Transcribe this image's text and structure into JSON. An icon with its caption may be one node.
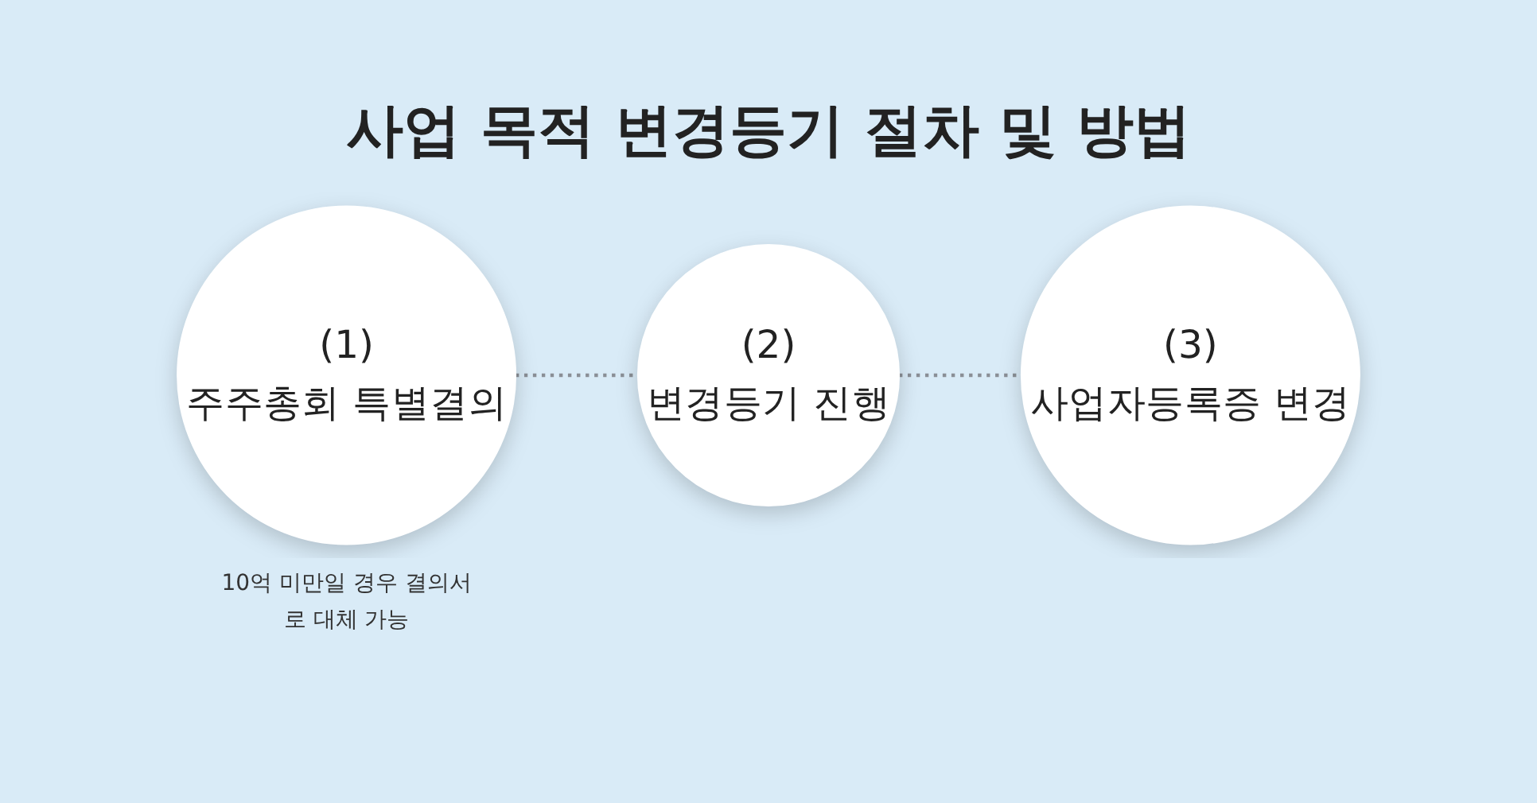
{
  "diagram": {
    "title": "사업 목적 변경등기 절차 및 방법",
    "nodes": [
      {
        "text": [
          "(1)",
          "주주총회 특별결의"
        ],
        "beside": [
          "10억 미만일 경우 결의서로 대체 가능"
        ]
      },
      {
        "text": [
          "(2)",
          "변경등기 진행"
        ]
      },
      {
        "text": [
          "(3)",
          "사업자등록증 변경"
        ]
      }
    ],
    "edges": [
      {
        "from": 0,
        "to": 1,
        "arrow": "none",
        "style": "dashed"
      },
      {
        "from": 1,
        "to": 2,
        "arrow": "none",
        "style": "dashed"
      }
    ]
  }
}
